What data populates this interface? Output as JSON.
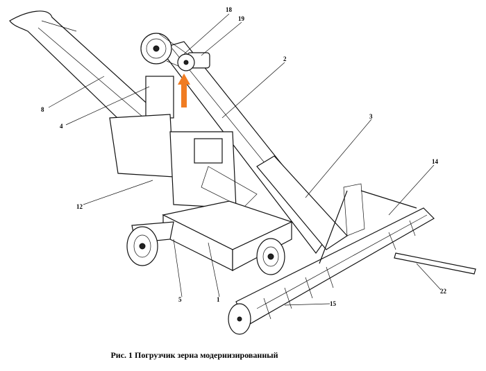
{
  "figure": {
    "caption": "Рис. 1 Погрузчик зерна модернизированный",
    "labels": [
      "18",
      "19",
      "2",
      "8",
      "4",
      "3",
      "14",
      "12",
      "5",
      "1",
      "22",
      "15"
    ],
    "arrow_color": "#f07c22"
  }
}
